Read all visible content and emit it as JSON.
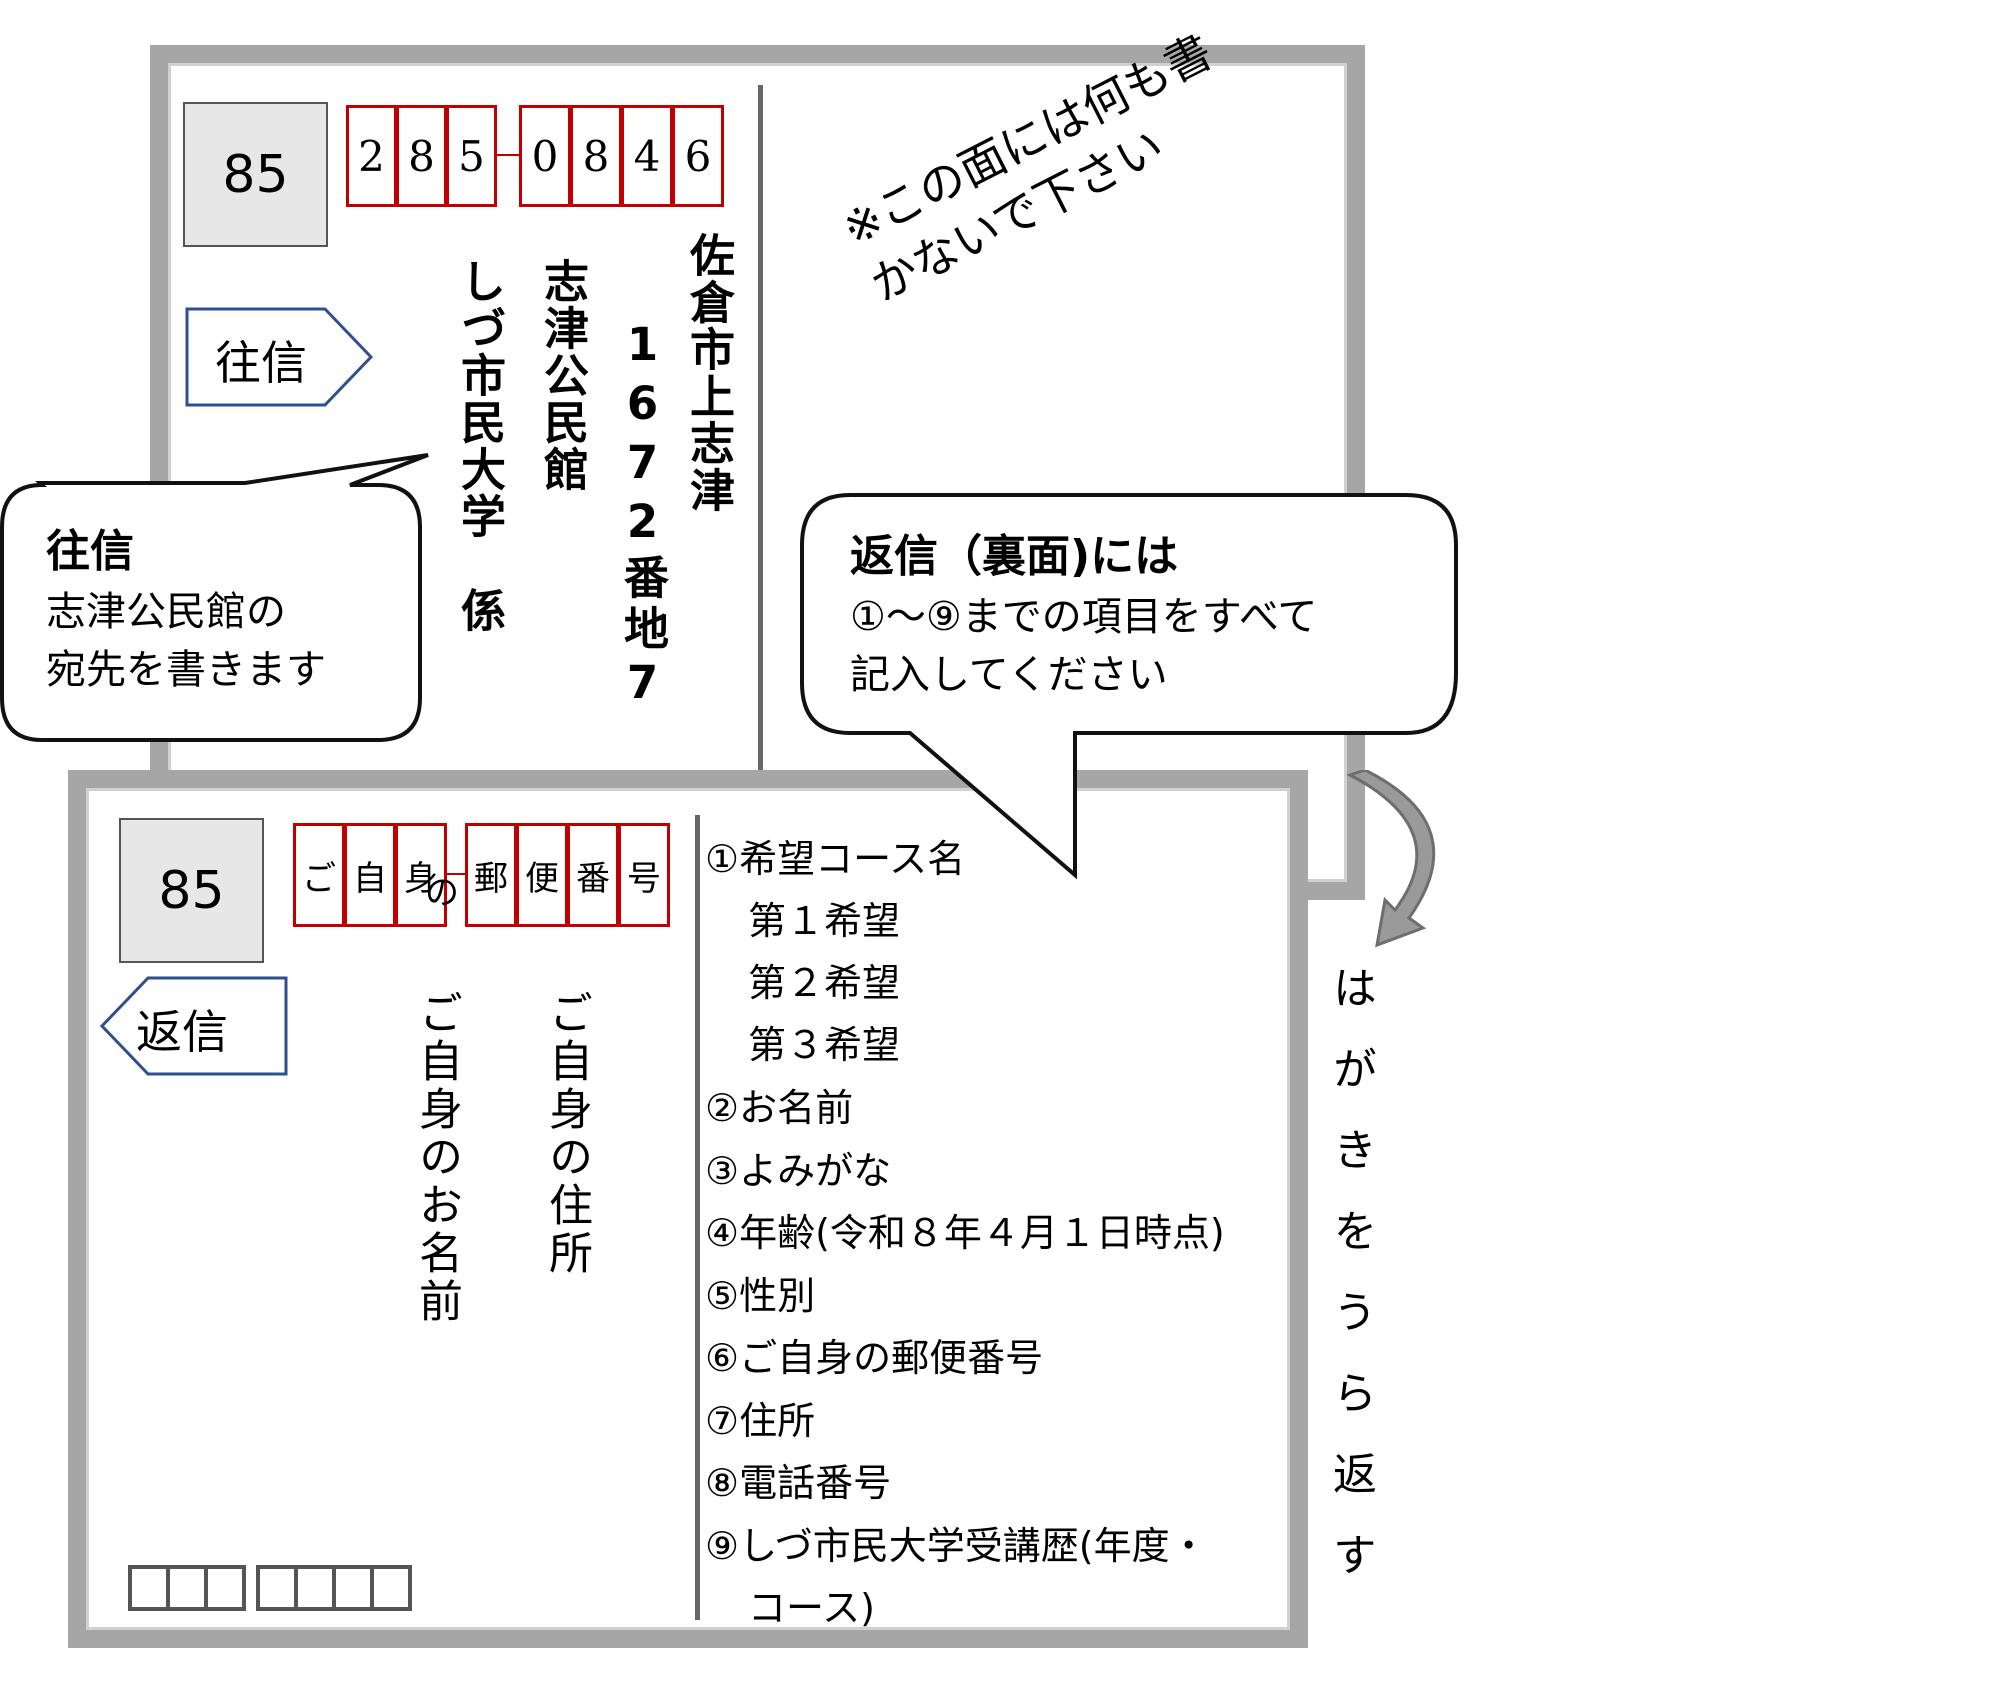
{
  "outgoing_card": {
    "stamp_value": "85",
    "postal_code_digits": [
      "2",
      "8",
      "5",
      "0",
      "8",
      "4",
      "6"
    ],
    "address_line1": "佐倉市上志津",
    "address_line2": "1672番地7",
    "recipient_line1": "志津公民館",
    "recipient_line2": "しづ市民大学　係",
    "tag_label": "往信",
    "note": [
      "※この面には何も書",
      "かないで下さい"
    ]
  },
  "outgoing_callout": {
    "title": "往信",
    "lines": [
      "志津公民館の",
      "宛先を書きます"
    ]
  },
  "reply_callout": {
    "title": "返信（裏面)には",
    "lines": [
      "①〜⑨までの項目をすべて",
      "記入してください"
    ]
  },
  "reply_card": {
    "stamp_value": "85",
    "postal_code_chars": [
      "ご",
      "自",
      "身",
      "の",
      "郵",
      "便",
      "番",
      "号"
    ],
    "tag_label": "返信",
    "own_address": "ご自身の住所",
    "own_name": "ご自身のお名前",
    "items": [
      "①希望コース名",
      "第１希望",
      "第２希望",
      "第３希望",
      "②お名前",
      "③よみがな",
      "④年齢(令和８年４月１日時点)",
      "⑤性別",
      "⑥ご自身の郵便番号",
      "⑦住所",
      "⑧電話番号",
      "⑨しづ市民大学受講歴(年度・",
      "コース)"
    ]
  },
  "flip_instruction": "はがきをうら返す",
  "colors": {
    "zip_border": "#c00000",
    "tag_border": "#2f4f8f",
    "card_frame": "#a6a6a6",
    "stamp_fill": "#e7e7e7"
  }
}
